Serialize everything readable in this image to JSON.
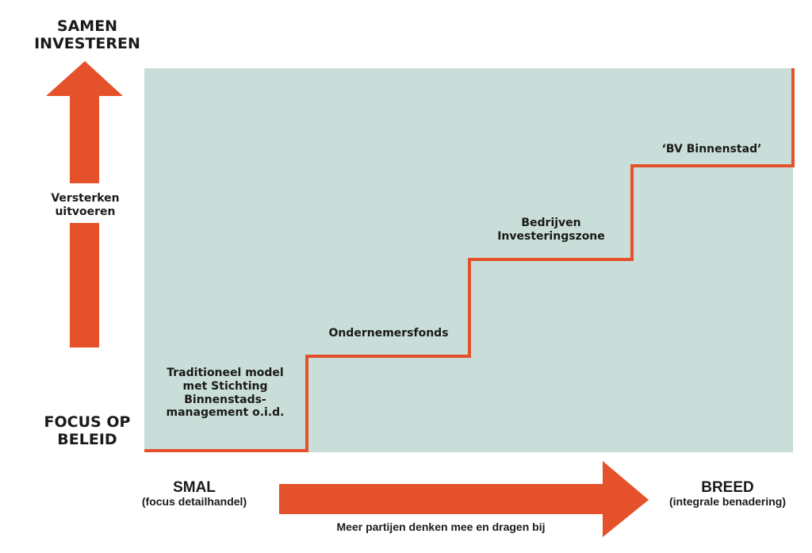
{
  "colors": {
    "accent": "#e5512b",
    "panel": "#c9ddd9"
  },
  "vertical_axis": {
    "top": "SAMEN\nINVESTEREN",
    "middle": "Versterken\nuitvoeren",
    "bottom": "FOCUS OP\nBELEID"
  },
  "horizontal_axis": {
    "left_title": "SMAL",
    "left_sub": "(focus detailhandel)",
    "right_title": "BREED",
    "right_sub": "(integrale benadering)",
    "caption": "Meer partijen denken mee en dragen bij"
  },
  "steps": [
    {
      "label": "Traditioneel model\nmet Stichting\nBinnenstads-\nmanagement o.i.d."
    },
    {
      "label": "Ondernemersfonds"
    },
    {
      "label": "Bedrijven\nInvesteringszone"
    },
    {
      "label": "‘BV Binnenstad’"
    }
  ]
}
